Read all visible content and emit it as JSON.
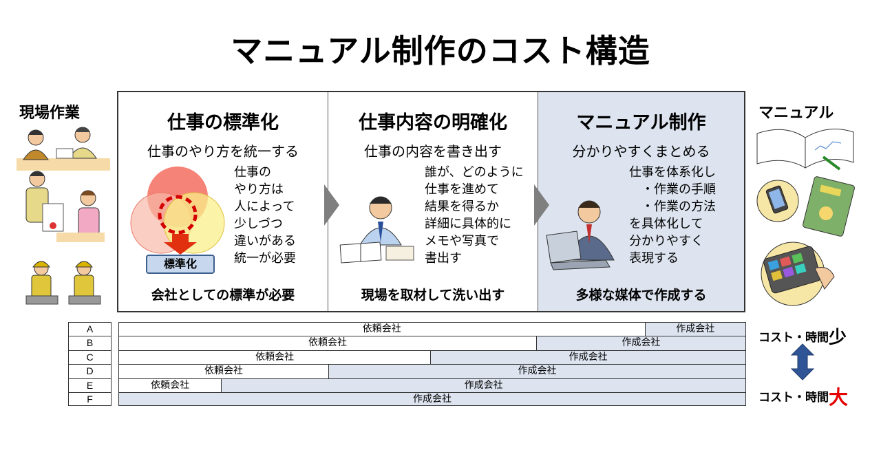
{
  "title": "マニュアル制作のコスト構造",
  "left_label": "現場作業",
  "right_label": "マニュアル",
  "panels": [
    {
      "title": "仕事の標準化",
      "subtitle": "仕事のやり方を統一する",
      "body": "仕事の\nやり方は\n人によって\n少しづつ\n違いがある\n統一が必要",
      "badge": "標準化",
      "footer": "会社としての標準が必要"
    },
    {
      "title": "仕事内容の明確化",
      "subtitle": "仕事の内容を書き出す",
      "body": "誰が、どのように\n仕事を進めて\n結果を得るか\n詳細に具体的に\nメモや写真で\n書出す",
      "footer": "現場を取材して洗い出す"
    },
    {
      "title": "マニュアル制作",
      "subtitle": "分かりやすくまとめる",
      "body": "仕事を体系化し\n　・作業の手順\n　・作業の方法\nを具体化して\n分かりやすく\n表現する",
      "footer": "多様な媒体で作成する"
    }
  ],
  "rows": [
    {
      "label": "A",
      "irai": "依頼会社",
      "sakusei": "作成会社",
      "irai_share": 0.839
    },
    {
      "label": "B",
      "irai": "依頼会社",
      "sakusei": "作成会社",
      "irai_share": 0.666
    },
    {
      "label": "C",
      "irai": "依頼会社",
      "sakusei": "作成会社",
      "irai_share": 0.497
    },
    {
      "label": "D",
      "irai": "依頼会社",
      "sakusei": "作成会社",
      "irai_share": 0.334
    },
    {
      "label": "E",
      "irai": "依頼会社",
      "sakusei": "作成会社",
      "irai_share": 0.163
    },
    {
      "label": "F",
      "irai": "",
      "sakusei": "作成会社",
      "irai_share": 0
    }
  ],
  "cost": {
    "top_prefix": "コスト・時間",
    "top_suffix": "少",
    "bottom_prefix": "コスト・時間",
    "bottom_suffix": "大"
  },
  "colors": {
    "highlight_panel": "#dde4ef",
    "arrow_gray": "#7f7f7f",
    "red": "#e60000",
    "blue_arrow": "#2f5597"
  }
}
